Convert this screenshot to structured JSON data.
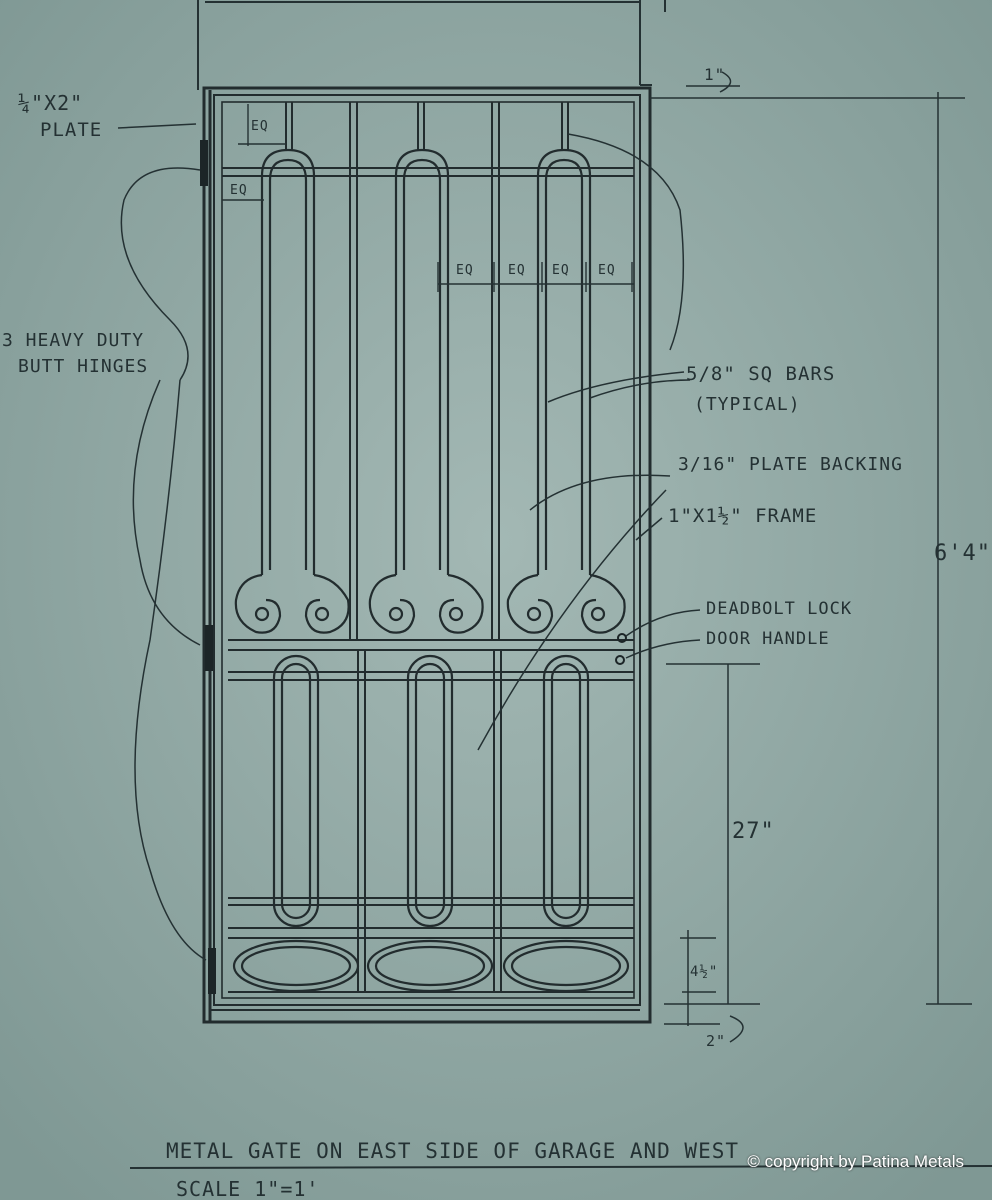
{
  "labels": {
    "plate_size": "¼\"X2\"",
    "plate": "PLATE",
    "eq": "EQ",
    "hinges_line1": "3 HEAVY DUTY",
    "hinges_line2": "BUTT HINGES",
    "bars_line1": "5/8\" SQ BARS",
    "bars_line2": "(TYPICAL)",
    "plate_backing": "3/16\" PLATE BACKING",
    "frame": "1\"X1½\" FRAME",
    "deadbolt": "DEADBOLT LOCK",
    "door_handle": "DOOR HANDLE",
    "dim_top_gap": "1\"",
    "dim_height": "6'4\"",
    "dim_handle_height": "27\"",
    "dim_bottom_panel": "4½\"",
    "dim_bottom_gap": "2\"",
    "title": "METAL GATE ON EAST SIDE OF GARAGE AND WEST",
    "scale": "SCALE 1\"=1'"
  },
  "copyright": "© copyright by Patina Metals",
  "colors": {
    "paper": "#8fa7a3",
    "pencil": "#243133"
  }
}
